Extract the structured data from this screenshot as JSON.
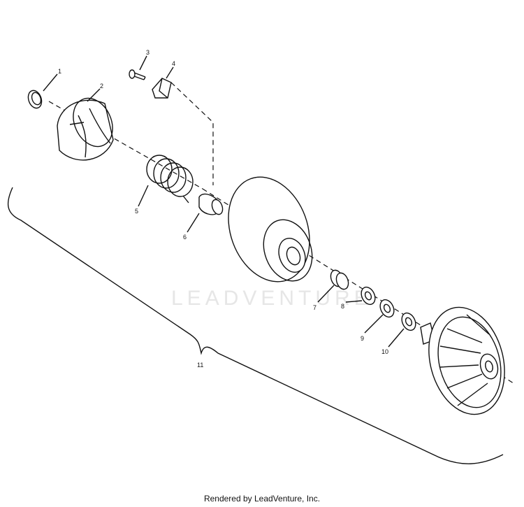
{
  "diagram": {
    "part_labels": [
      "1",
      "2",
      "3",
      "4",
      "5",
      "6",
      "7",
      "8",
      "9",
      "10",
      "11"
    ],
    "watermark": "LEADVENTURE"
  },
  "footer": {
    "text": "Rendered by LeadVenture, Inc."
  }
}
